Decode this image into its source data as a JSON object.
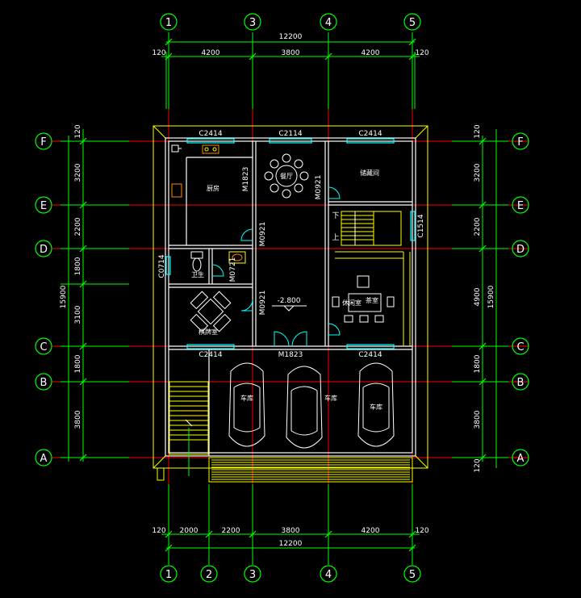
{
  "axes": {
    "columns": [
      "1",
      "2",
      "3",
      "4",
      "5"
    ],
    "rows": [
      "A",
      "B",
      "C",
      "D",
      "E",
      "F"
    ]
  },
  "dims": {
    "top_total": "12200",
    "top_edge_left": "120",
    "top_edge_right": "120",
    "top_spans": [
      "4200",
      "3800",
      "4200"
    ],
    "bottom_total": "12200",
    "bottom_edge_left": "120",
    "bottom_edge_right": "120",
    "bottom_spans": [
      "2000",
      "2200",
      "3800",
      "4200"
    ],
    "left_total": "15900",
    "left_edge_top": "120",
    "left_spans": [
      "3200",
      "2200",
      "1800",
      "3100",
      "1800",
      "3800"
    ],
    "right_total": "15900",
    "right_edge_top": "120",
    "right_edge_bottom": "120",
    "right_spans": [
      "3200",
      "2200",
      "4900",
      "1800",
      "3800"
    ]
  },
  "rooms": {
    "kitchen": "厨房",
    "dining": "餐厅",
    "storage": "储藏间",
    "bath": "卫生",
    "chess": "棋牌室",
    "leisure": "休闲室",
    "tea": "茶室",
    "garage_left": "车库",
    "garage_mid": "车库",
    "garage_right": "车库"
  },
  "tags": {
    "win_c2414_top_left": "C2414",
    "win_c2114_top": "C2114",
    "win_c2414_top_right": "C2414",
    "win_c2414_mid_left": "C2414",
    "win_c2414_mid_right": "C2414",
    "door_m1823_top": "M1823",
    "door_m1823_mid": "M1823",
    "door_m0921_a": "M0921",
    "door_m0921_b": "M0921",
    "door_m0921_c": "M0921",
    "door_m0721": "M0721",
    "win_c0714": "C0714",
    "win_c1514": "C1514",
    "level": "-2.800",
    "stair_down": "下",
    "stair_up": "上"
  },
  "colors": {
    "axis_grid": "#ff0000",
    "dimension": "#00ff00",
    "wall": "#ffffff",
    "outline": "#ffff00",
    "window": "#00ffff",
    "stair": "#ffff00"
  }
}
